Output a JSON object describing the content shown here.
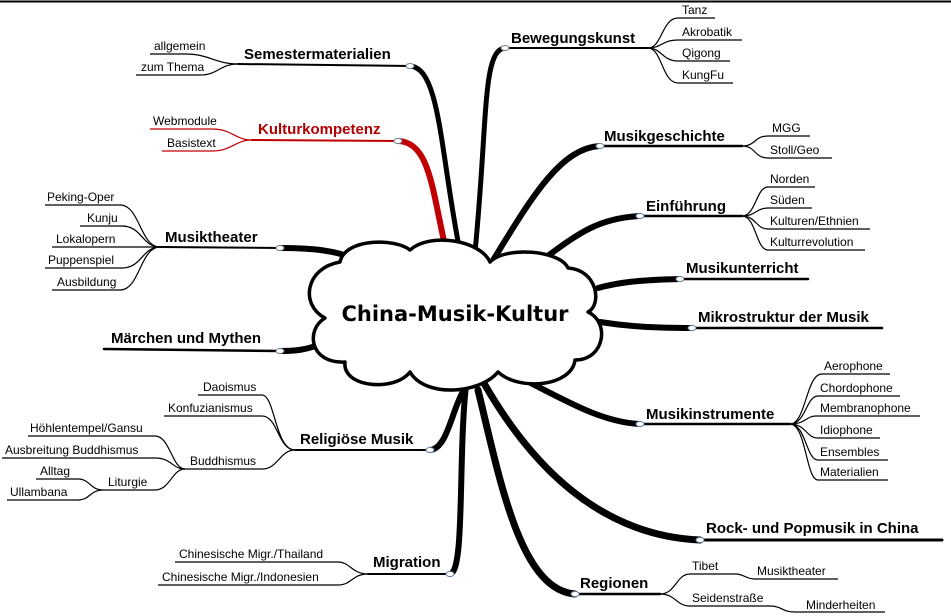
{
  "root": "China-Musik-Kultur",
  "branches": {
    "semestermaterialien": {
      "label": "Semestermaterialien",
      "children": [
        "allgemein",
        "zum Thema"
      ]
    },
    "kulturkompetenz": {
      "label": "Kulturkompetenz",
      "children": [
        "Webmodule",
        "Basistext"
      ]
    },
    "musiktheater": {
      "label": "Musiktheater",
      "children": [
        "Peking-Oper",
        "Kunju",
        "Lokalopern",
        "Puppenspiel",
        "Ausbildung"
      ]
    },
    "maerchen": {
      "label": "Märchen und Mythen"
    },
    "religioese": {
      "label": "Religiöse Musik",
      "children": [
        "Daoismus",
        "Konfuzianismus",
        "Buddhismus"
      ],
      "buddhismus_children": [
        "Höhlentempel/Gansu",
        "Ausbreitung Buddhismus",
        "Liturgie"
      ],
      "liturgie_children": [
        "Alltag",
        "Ullambana"
      ]
    },
    "migration": {
      "label": "Migration",
      "children": [
        "Chinesische Migr./Thailand",
        "Chinesische Migr./Indonesien"
      ]
    },
    "bewegungskunst": {
      "label": "Bewegungskunst",
      "children": [
        "Tanz",
        "Akrobatik",
        "Qigong",
        "KungFu"
      ]
    },
    "musikgeschichte": {
      "label": "Musikgeschichte",
      "children": [
        "MGG",
        "Stoll/Geo"
      ]
    },
    "einfuehrung": {
      "label": "Einführung",
      "children": [
        "Norden",
        "Süden",
        "Kulturen/Ethnien",
        "Kulturrevolution"
      ]
    },
    "musikunterricht": {
      "label": "Musikunterricht"
    },
    "mikrostruktur": {
      "label": "Mikrostruktur der Musik"
    },
    "musikinstrumente": {
      "label": "Musikinstrumente",
      "children": [
        "Aerophone",
        "Chordophone",
        "Membranophone",
        "Idiophone",
        "Ensembles",
        "Materialien"
      ]
    },
    "rockpop": {
      "label": "Rock- und Popmusik in China"
    },
    "regionen": {
      "label": "Regionen",
      "children": [
        "Tibet",
        "Seidenstraße"
      ],
      "tibet_children": [
        "Musiktheater"
      ],
      "seidenstrasse_children": [
        "Minderheiten"
      ]
    }
  },
  "colors": {
    "line": "#000000",
    "highlight": "#c00000",
    "background": "#ffffff"
  }
}
